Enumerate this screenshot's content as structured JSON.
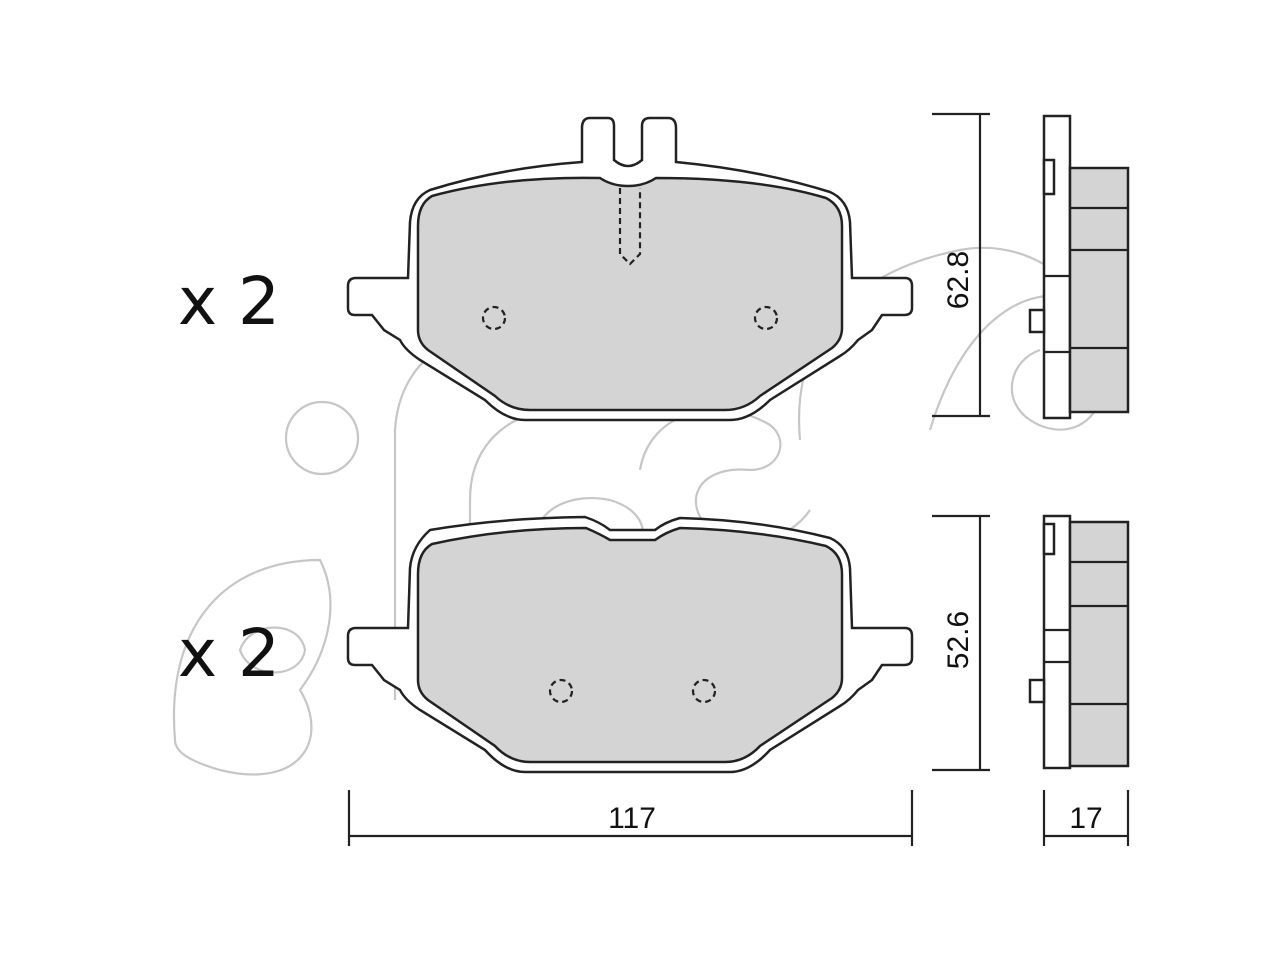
{
  "pads": [
    {
      "quantity_label": "x 2",
      "height_dim": "62.8"
    },
    {
      "quantity_label": "x 2",
      "height_dim": "52.6"
    }
  ],
  "width_dim": "117",
  "thickness_dim": "17",
  "colors": {
    "friction_fill": "#d4d4d4",
    "stroke": "#222222",
    "watermark": "#c6c6c6"
  }
}
